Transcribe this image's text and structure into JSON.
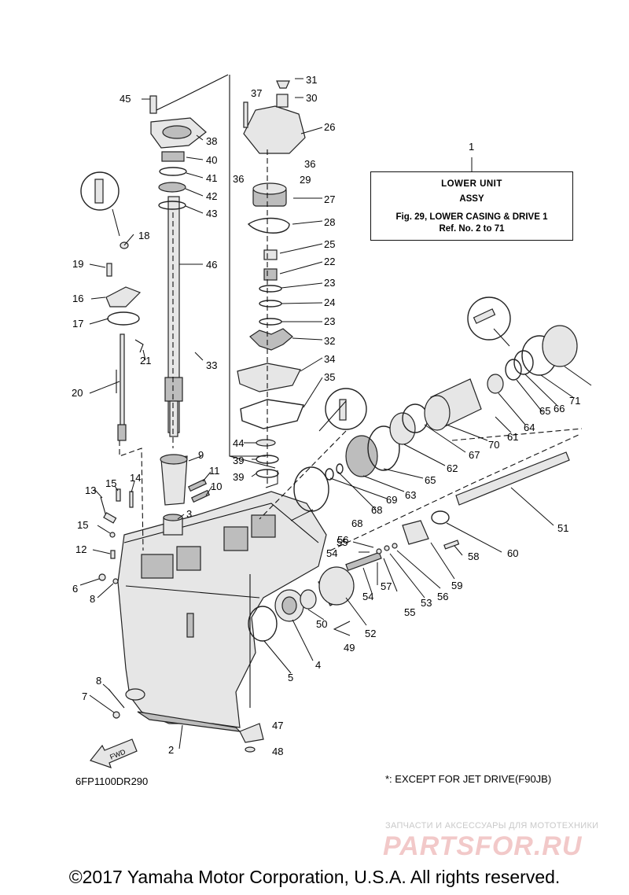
{
  "title_box": {
    "line1": "LOWER UNIT",
    "line2": "ASSY",
    "line3": "Fig. 29, LOWER CASING & DRIVE 1",
    "line4": "Ref. No. 2 to 71"
  },
  "diagram_code": "6FP1100DR290",
  "footnote": "*: EXCEPT FOR JET DRIVE(F90JB)",
  "watermark": {
    "top_text": "ЗАПЧАСТИ И АКСЕССУАРЫ ДЛЯ МОТОТЕХНИКИ",
    "logo_text": "PARTSFOR.RU"
  },
  "copyright": "©2017 Yamaha Motor Corporation, U.S.A. All rights reserved.",
  "fwd_label": "FWD",
  "callouts": [
    "1",
    "2",
    "3",
    "4",
    "5",
    "6",
    "7",
    "8",
    "8",
    "9",
    "10",
    "11",
    "12",
    "13",
    "14",
    "15",
    "15",
    "16",
    "17",
    "18",
    "19",
    "20",
    "21",
    "22",
    "23",
    "23",
    "24",
    "25",
    "26",
    "27",
    "28",
    "29",
    "30",
    "31",
    "32",
    "33",
    "34",
    "35",
    "36",
    "36",
    "37",
    "38",
    "39",
    "39",
    "40",
    "41",
    "42",
    "43",
    "44",
    "45",
    "46",
    "47",
    "48",
    "49",
    "50",
    "51",
    "52",
    "53",
    "54",
    "54",
    "55",
    "55",
    "56",
    "56",
    "57",
    "58",
    "59",
    "60",
    "61",
    "62",
    "63",
    "64",
    "65",
    "65",
    "66",
    "67",
    "68",
    "68",
    "69",
    "70",
    "71"
  ],
  "colors": {
    "line": "#111111",
    "part_fill": "#e6e6e6",
    "part_dark": "#bdbdbd",
    "watermark_red": "#f2c9c9"
  }
}
